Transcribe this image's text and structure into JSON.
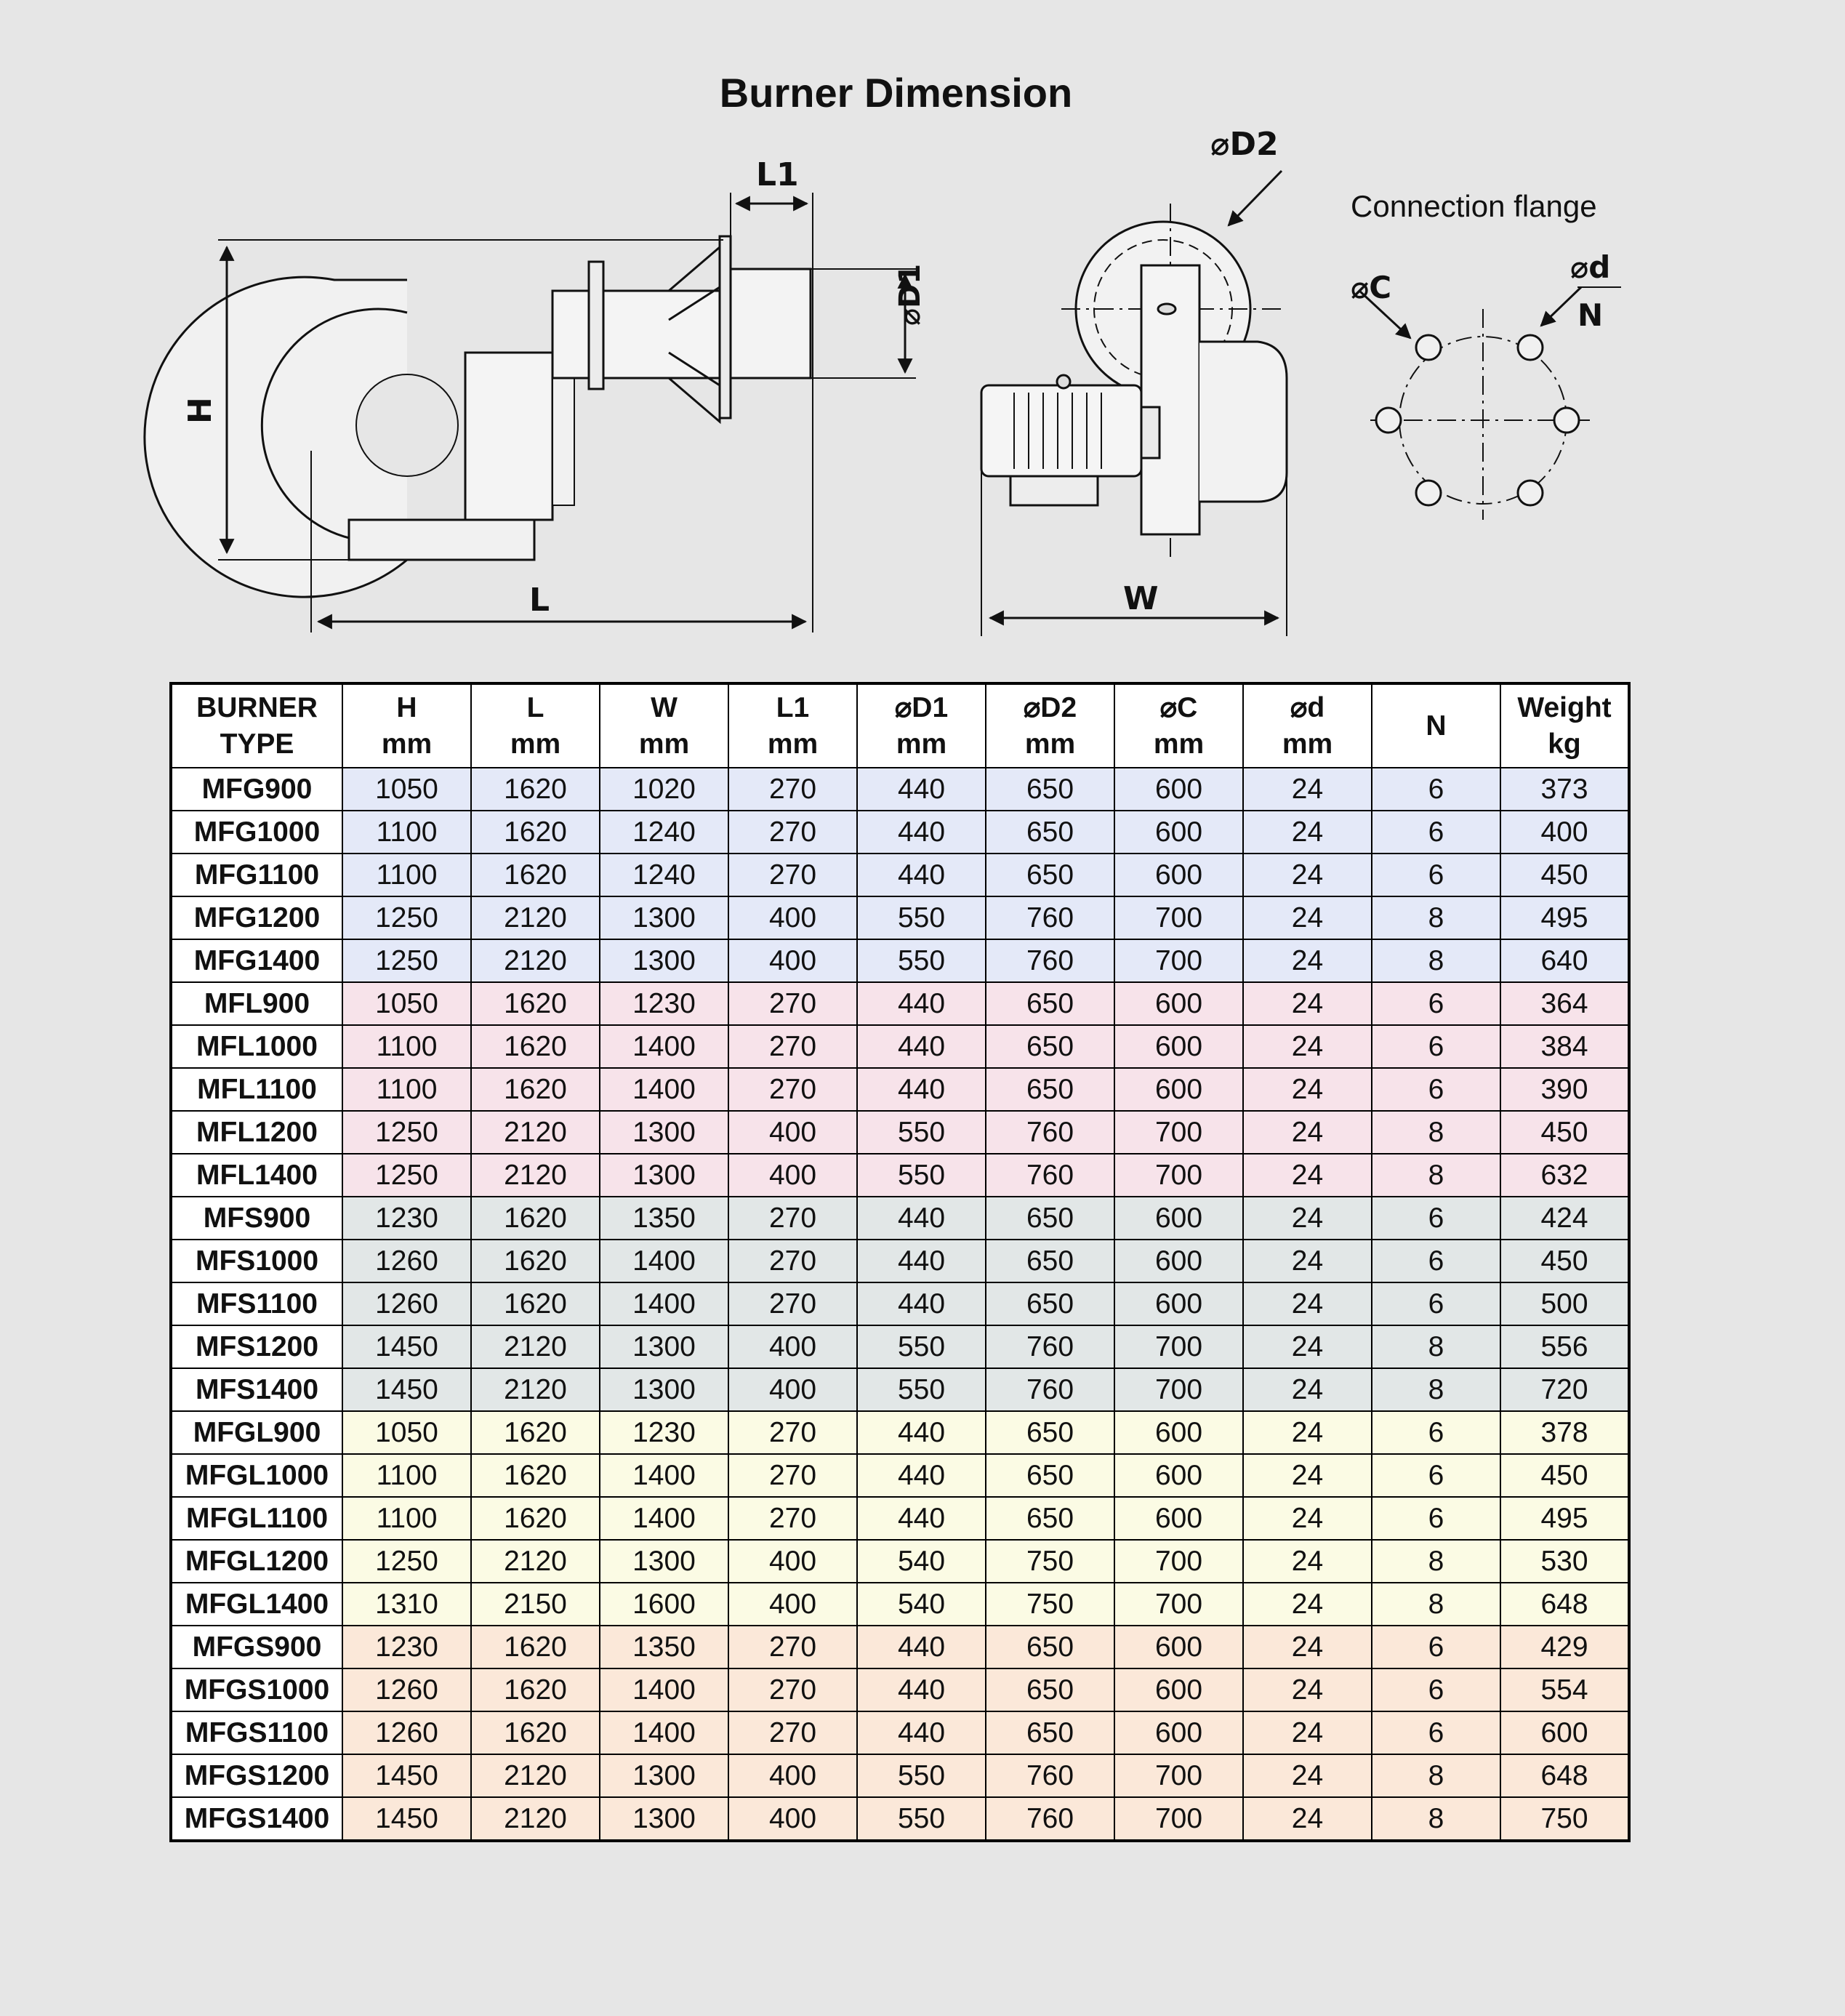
{
  "title": "Burner Dimension",
  "drawing": {
    "labels": {
      "L1": "L1",
      "D1": "⌀D1",
      "D2": "⌀D2",
      "H": "H",
      "L": "L",
      "W": "W",
      "flange_title": "Connection flange",
      "C": "⌀C",
      "d": "⌀d",
      "N": "N"
    }
  },
  "table": {
    "headers": [
      [
        "BURNER",
        "TYPE"
      ],
      [
        "H",
        "mm"
      ],
      [
        "L",
        "mm"
      ],
      [
        "W",
        "mm"
      ],
      [
        "L1",
        "mm"
      ],
      [
        "⌀D1",
        "mm"
      ],
      [
        "⌀D2",
        "mm"
      ],
      [
        "⌀C",
        "mm"
      ],
      [
        "⌀d",
        "mm"
      ],
      [
        "N",
        ""
      ],
      [
        "Weight",
        "kg"
      ]
    ],
    "rows": [
      {
        "group": "mfg",
        "cells": [
          "MFG900",
          "1050",
          "1620",
          "1020",
          "270",
          "440",
          "650",
          "600",
          "24",
          "6",
          "373"
        ]
      },
      {
        "group": "mfg",
        "cells": [
          "MFG1000",
          "1100",
          "1620",
          "1240",
          "270",
          "440",
          "650",
          "600",
          "24",
          "6",
          "400"
        ]
      },
      {
        "group": "mfg",
        "cells": [
          "MFG1100",
          "1100",
          "1620",
          "1240",
          "270",
          "440",
          "650",
          "600",
          "24",
          "6",
          "450"
        ]
      },
      {
        "group": "mfg",
        "cells": [
          "MFG1200",
          "1250",
          "2120",
          "1300",
          "400",
          "550",
          "760",
          "700",
          "24",
          "8",
          "495"
        ]
      },
      {
        "group": "mfg",
        "cells": [
          "MFG1400",
          "1250",
          "2120",
          "1300",
          "400",
          "550",
          "760",
          "700",
          "24",
          "8",
          "640"
        ]
      },
      {
        "group": "mfl",
        "cells": [
          "MFL900",
          "1050",
          "1620",
          "1230",
          "270",
          "440",
          "650",
          "600",
          "24",
          "6",
          "364"
        ]
      },
      {
        "group": "mfl",
        "cells": [
          "MFL1000",
          "1100",
          "1620",
          "1400",
          "270",
          "440",
          "650",
          "600",
          "24",
          "6",
          "384"
        ]
      },
      {
        "group": "mfl",
        "cells": [
          "MFL1100",
          "1100",
          "1620",
          "1400",
          "270",
          "440",
          "650",
          "600",
          "24",
          "6",
          "390"
        ]
      },
      {
        "group": "mfl",
        "cells": [
          "MFL1200",
          "1250",
          "2120",
          "1300",
          "400",
          "550",
          "760",
          "700",
          "24",
          "8",
          "450"
        ]
      },
      {
        "group": "mfl",
        "cells": [
          "MFL1400",
          "1250",
          "2120",
          "1300",
          "400",
          "550",
          "760",
          "700",
          "24",
          "8",
          "632"
        ]
      },
      {
        "group": "mfs",
        "cells": [
          "MFS900",
          "1230",
          "1620",
          "1350",
          "270",
          "440",
          "650",
          "600",
          "24",
          "6",
          "424"
        ]
      },
      {
        "group": "mfs",
        "cells": [
          "MFS1000",
          "1260",
          "1620",
          "1400",
          "270",
          "440",
          "650",
          "600",
          "24",
          "6",
          "450"
        ]
      },
      {
        "group": "mfs",
        "cells": [
          "MFS1100",
          "1260",
          "1620",
          "1400",
          "270",
          "440",
          "650",
          "600",
          "24",
          "6",
          "500"
        ]
      },
      {
        "group": "mfs",
        "cells": [
          "MFS1200",
          "1450",
          "2120",
          "1300",
          "400",
          "550",
          "760",
          "700",
          "24",
          "8",
          "556"
        ]
      },
      {
        "group": "mfs",
        "cells": [
          "MFS1400",
          "1450",
          "2120",
          "1300",
          "400",
          "550",
          "760",
          "700",
          "24",
          "8",
          "720"
        ]
      },
      {
        "group": "mfgl",
        "cells": [
          "MFGL900",
          "1050",
          "1620",
          "1230",
          "270",
          "440",
          "650",
          "600",
          "24",
          "6",
          "378"
        ]
      },
      {
        "group": "mfgl",
        "cells": [
          "MFGL1000",
          "1100",
          "1620",
          "1400",
          "270",
          "440",
          "650",
          "600",
          "24",
          "6",
          "450"
        ]
      },
      {
        "group": "mfgl",
        "cells": [
          "MFGL1100",
          "1100",
          "1620",
          "1400",
          "270",
          "440",
          "650",
          "600",
          "24",
          "6",
          "495"
        ]
      },
      {
        "group": "mfgl",
        "cells": [
          "MFGL1200",
          "1250",
          "2120",
          "1300",
          "400",
          "540",
          "750",
          "700",
          "24",
          "8",
          "530"
        ]
      },
      {
        "group": "mfgl",
        "cells": [
          "MFGL1400",
          "1310",
          "2150",
          "1600",
          "400",
          "540",
          "750",
          "700",
          "24",
          "8",
          "648"
        ]
      },
      {
        "group": "mfgs",
        "cells": [
          "MFGS900",
          "1230",
          "1620",
          "1350",
          "270",
          "440",
          "650",
          "600",
          "24",
          "6",
          "429"
        ]
      },
      {
        "group": "mfgs",
        "cells": [
          "MFGS1000",
          "1260",
          "1620",
          "1400",
          "270",
          "440",
          "650",
          "600",
          "24",
          "6",
          "554"
        ]
      },
      {
        "group": "mfgs",
        "cells": [
          "MFGS1100",
          "1260",
          "1620",
          "1400",
          "270",
          "440",
          "650",
          "600",
          "24",
          "6",
          "600"
        ]
      },
      {
        "group": "mfgs",
        "cells": [
          "MFGS1200",
          "1450",
          "2120",
          "1300",
          "400",
          "550",
          "760",
          "700",
          "24",
          "8",
          "648"
        ]
      },
      {
        "group": "mfgs",
        "cells": [
          "MFGS1400",
          "1450",
          "2120",
          "1300",
          "400",
          "550",
          "760",
          "700",
          "24",
          "8",
          "750"
        ]
      }
    ]
  }
}
